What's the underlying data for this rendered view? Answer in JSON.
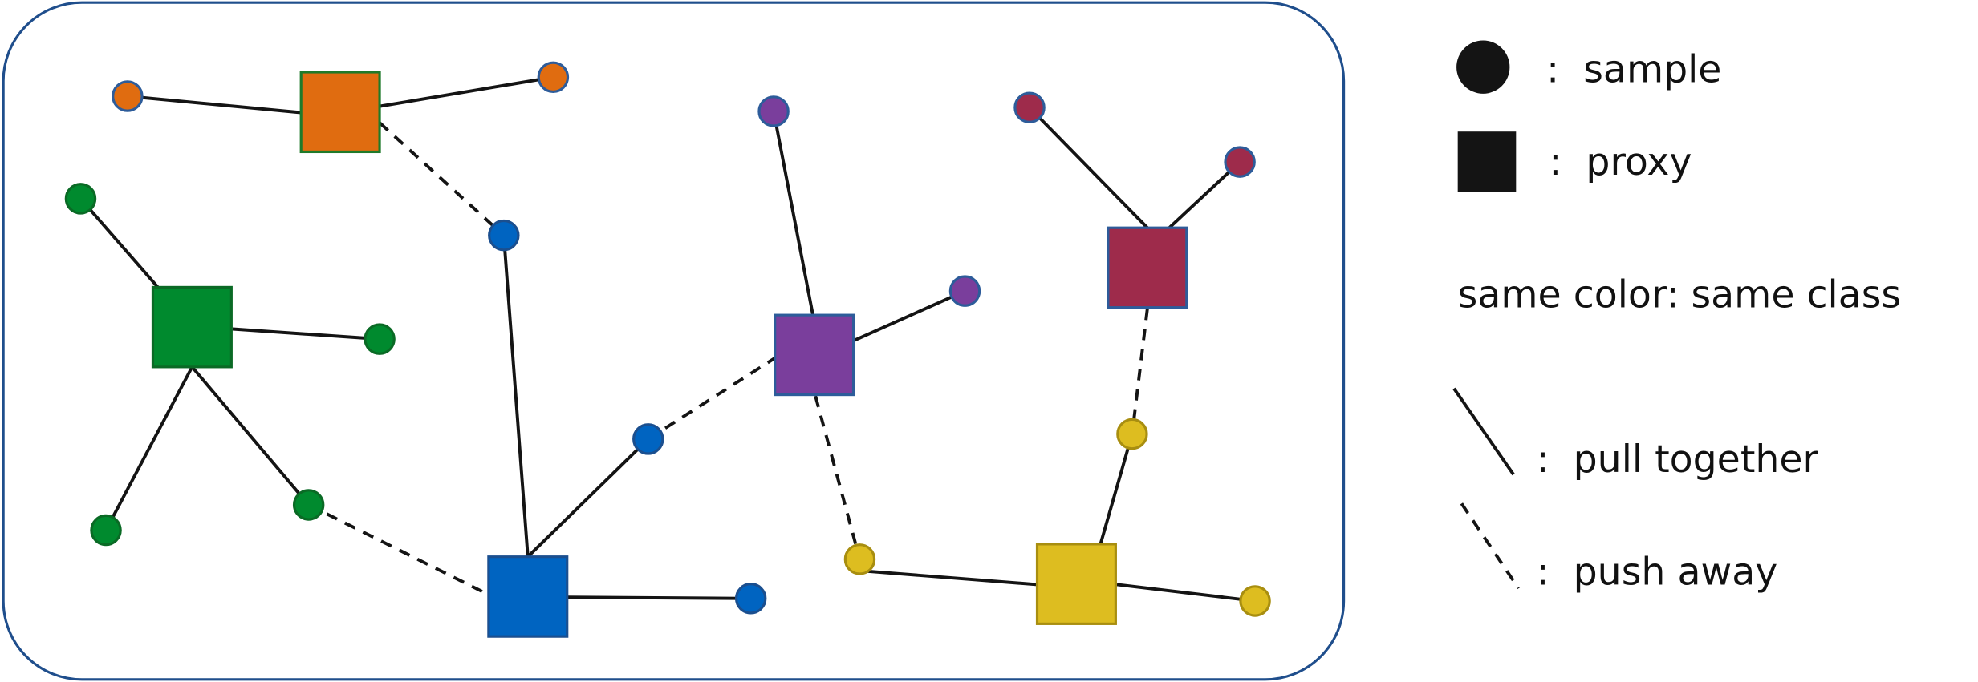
{
  "legend": {
    "sample_label": ":  sample",
    "proxy_label": ":  proxy",
    "color_note": "same color: same class",
    "pull_label": ":  pull together",
    "push_label": ":  push away"
  },
  "colors": {
    "orange": "#E06C10",
    "green": "#008A2E",
    "blue": "#0064C1",
    "purple": "#7A3E9C",
    "maroon": "#9E2B4B",
    "yellow": "#DDBD20",
    "legend": "#141414",
    "frame": "#1F4E8C"
  }
}
